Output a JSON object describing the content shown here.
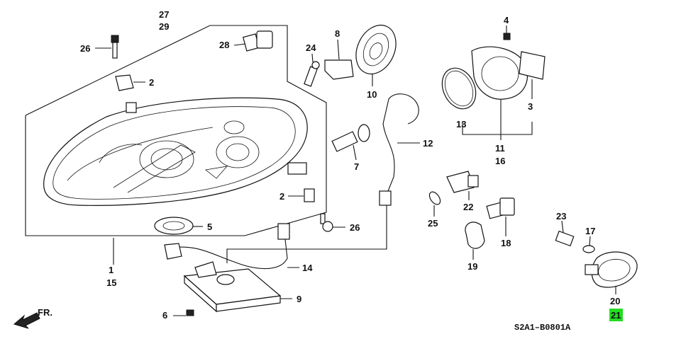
{
  "labels": {
    "p27": "27",
    "p29": "29",
    "p26a": "26",
    "p28": "28",
    "p24": "24",
    "p8": "8",
    "p4": "4",
    "p2a": "2",
    "p10": "10",
    "p3": "3",
    "p13": "13",
    "p11": "11",
    "p16": "16",
    "p12": "12",
    "p7": "7",
    "p2b": "2",
    "p5": "5",
    "p26b": "26",
    "p22": "22",
    "p25": "25",
    "p18": "18",
    "p19": "19",
    "p1": "1",
    "p15": "15",
    "p14": "14",
    "p9": "9",
    "p6": "6",
    "p23": "23",
    "p17": "17",
    "p20": "20",
    "p21": "21"
  },
  "front_marker": "FR.",
  "diagram_code": "S2A1–B0801A",
  "highlight_color": "#22dd22"
}
